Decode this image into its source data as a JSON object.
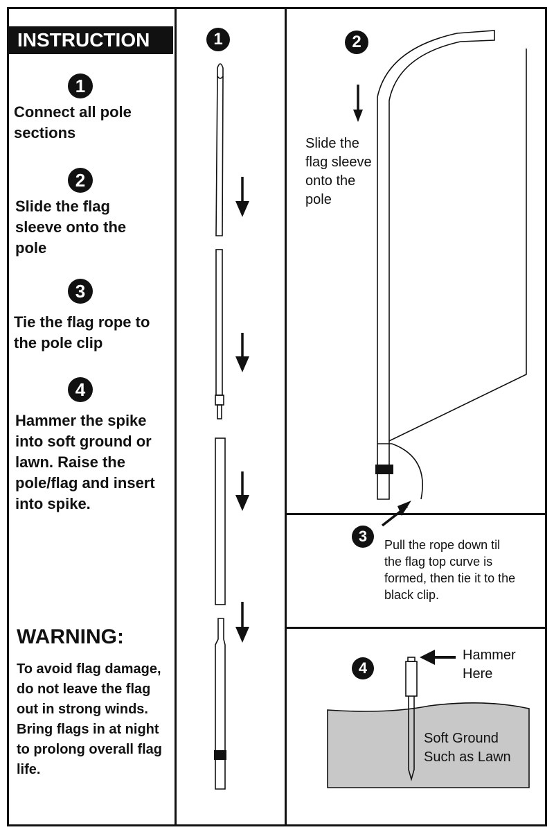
{
  "left": {
    "heading": "INSTRUCTION",
    "steps": [
      {
        "number": "1",
        "text": "Connect all pole sections"
      },
      {
        "number": "2",
        "text": "Slide the flag sleeve onto the pole"
      },
      {
        "number": "3",
        "text": "Tie the flag rope to the pole clip"
      },
      {
        "number": "4",
        "text": "Hammer the spike into soft ground or lawn. Raise the pole/flag and insert into spike."
      }
    ],
    "warning_title": "WARNING:",
    "warning_text": "To avoid flag damage, do not leave the flag out in strong winds. Bring flags in at night to prolong overall flag life."
  },
  "middle": {
    "number": "1"
  },
  "panel2": {
    "number": "2",
    "caption": "Slide the flag sleeve onto the pole"
  },
  "panel3": {
    "number": "3",
    "caption": "Pull the rope down til the flag top curve is formed, then tie it to the black clip."
  },
  "panel4": {
    "number": "4",
    "hammer_label": "Hammer Here",
    "ground_label": "Soft Ground Such as Lawn"
  },
  "colors": {
    "ink": "#111111",
    "ground": "#c8c8c8",
    "paper": "#ffffff"
  }
}
